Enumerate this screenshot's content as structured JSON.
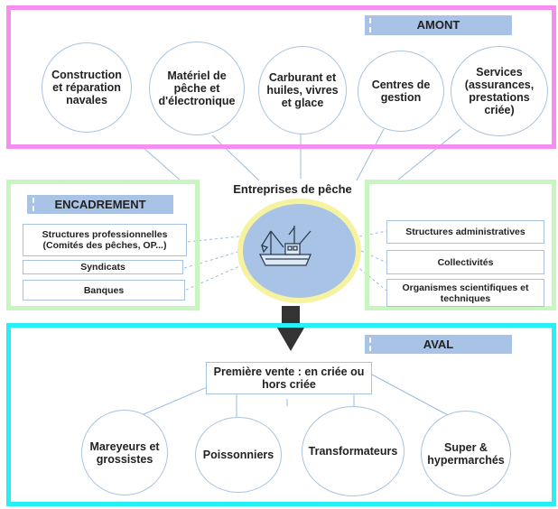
{
  "colors": {
    "amont_frame": "#f58ef0",
    "encadrement_frame": "#c8f5c0",
    "aval_frame": "#25f0f5",
    "banner_fill": "#a8c3e6",
    "connector": "#9bbbe0",
    "center_ring": "#f5f3a0",
    "center_fill": "#a8c3e6",
    "arrow": "#333333"
  },
  "amont": {
    "title": "AMONT",
    "items": [
      "Construction et réparation navales",
      "Matériel de pêche et d'électronique",
      "Carburant et huiles, vivres et glace",
      "Centres de gestion",
      "Services (assurances, prestations criée)"
    ]
  },
  "center": {
    "label": "Entreprises de pêche",
    "icon": "fishing-boat-icon"
  },
  "encadrement": {
    "title": "ENCADREMENT",
    "left": [
      "Structures professionnelles (Comités des pêches, OP...)",
      "Syndicats",
      "Banques"
    ],
    "right": [
      "Structures administratives",
      "Collectivités",
      "Organismes scientifiques et techniques"
    ]
  },
  "aval": {
    "title": "AVAL",
    "first_sale": "Première vente : en criée ou hors criée",
    "items": [
      "Mareyeurs et grossistes",
      "Poissonniers",
      "Transformateurs",
      "Super & hypermarchés"
    ]
  }
}
